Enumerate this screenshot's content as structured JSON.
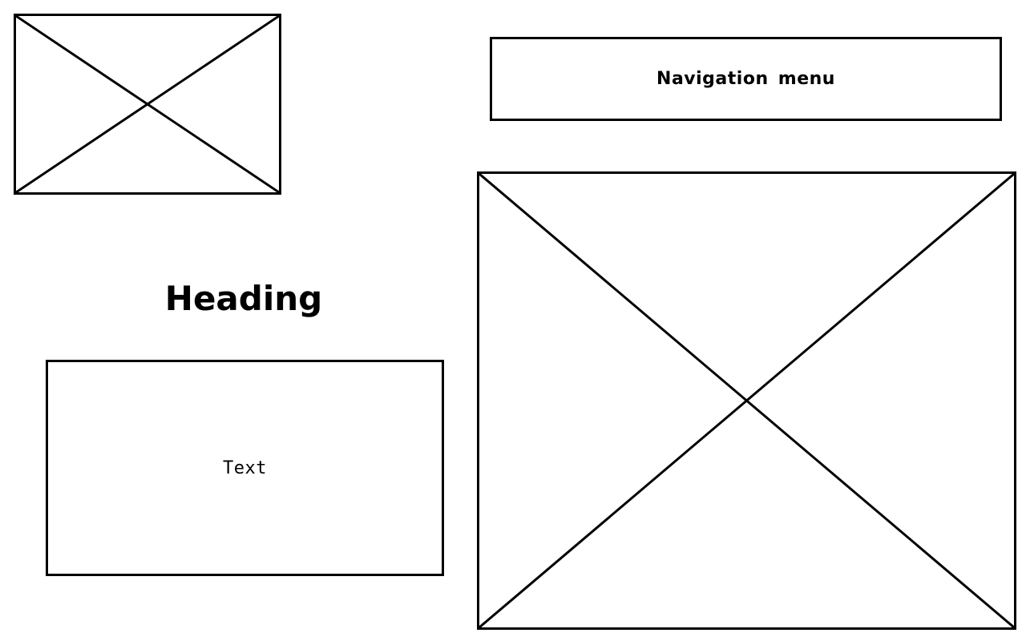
{
  "nav": {
    "label": "Navigation menu"
  },
  "heading": {
    "text": "Heading"
  },
  "text_block": {
    "text": "Text"
  },
  "colors": {
    "stroke": "#000000",
    "background": "#ffffff"
  },
  "icons": {
    "image_placeholder": "image-placeholder-icon"
  }
}
